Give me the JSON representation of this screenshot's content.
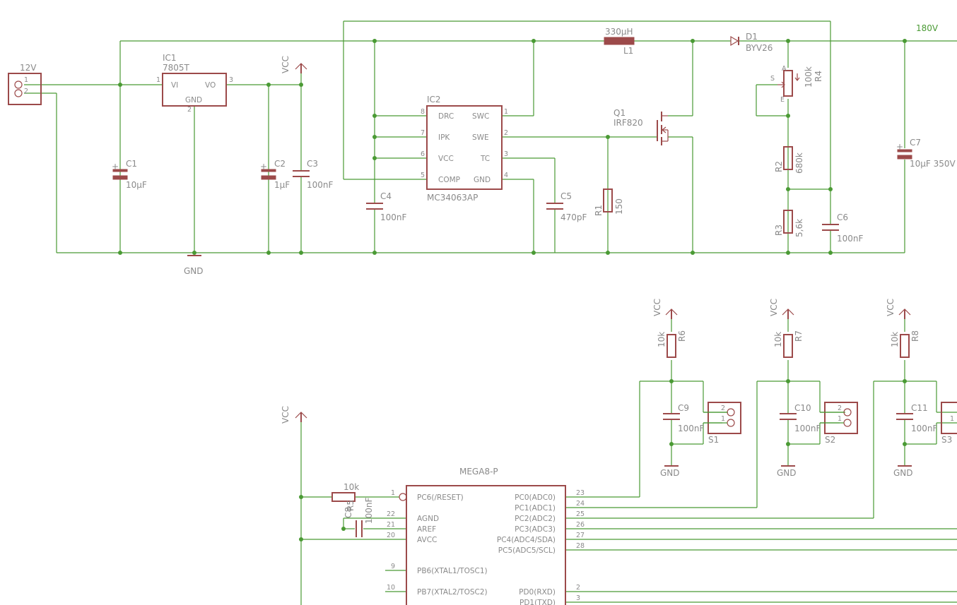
{
  "title": "",
  "top": {
    "j1": {
      "value": "12V",
      "pin1": "1",
      "pin2": "2"
    },
    "ic1": {
      "name": "IC1",
      "value": "7805T",
      "vi": "VI",
      "vo": "VO",
      "gnd": "GND",
      "p1": "1",
      "p2": "2",
      "p3": "3"
    },
    "vcc_top": "VCC",
    "gnd_top": "GND",
    "c1": {
      "name": "C1",
      "value": "10µF"
    },
    "c2": {
      "name": "C2",
      "value": "1µF"
    },
    "c3": {
      "name": "C3",
      "value": "100nF"
    },
    "ic2": {
      "name": "IC2",
      "value": "MC34063AP",
      "drc": "DRC",
      "ipk": "IPK",
      "vcc": "VCC",
      "comp": "COMP",
      "swc": "SWC",
      "swe": "SWE",
      "tc": "TC",
      "gnd": "GND",
      "p8": "8",
      "p7": "7",
      "p6": "6",
      "p5": "5",
      "p1": "1",
      "p2": "2",
      "p3": "3",
      "p4": "4"
    },
    "c4": {
      "name": "C4",
      "value": "100nF"
    },
    "c5": {
      "name": "C5",
      "value": "470pF"
    },
    "r1": {
      "name": "R1",
      "value": "150"
    },
    "l1": {
      "name": "L1",
      "value": "330µH"
    },
    "q1": {
      "name": "Q1",
      "value": "IRF820"
    },
    "d1": {
      "name": "D1",
      "value": "BYV26"
    },
    "r4": {
      "name": "R4",
      "value": "100k",
      "a": "A",
      "e": "E",
      "s": "S"
    },
    "r2": {
      "name": "R2",
      "value": "680k"
    },
    "r3": {
      "name": "R3",
      "value": "5,6k"
    },
    "c6": {
      "name": "C6",
      "value": "100nF"
    },
    "c7": {
      "name": "C7",
      "value": "10µF 350V"
    },
    "net_180v": "180V"
  },
  "bottom": {
    "vcc": "VCC",
    "gnd": "GND",
    "r6": {
      "name": "R6",
      "value": "10k"
    },
    "r7": {
      "name": "R7",
      "value": "10k"
    },
    "r8": {
      "name": "R8",
      "value": "10k"
    },
    "c9": {
      "name": "C9",
      "value": "100nF"
    },
    "c10": {
      "name": "C10",
      "value": "100nF"
    },
    "c11": {
      "name": "C11",
      "value": "100nF"
    },
    "s1": {
      "name": "S1",
      "pin1": "1",
      "pin2": "2"
    },
    "s2": {
      "name": "S2",
      "pin1": "1",
      "pin2": "2"
    },
    "s3": {
      "name": "S3",
      "pin1": "1"
    },
    "r5": {
      "name": "R5",
      "value": "10k"
    },
    "c8": {
      "name": "C8",
      "value": "100nF"
    },
    "mega": {
      "value": "MEGA8-P",
      "left_pins": [
        {
          "num": "1",
          "label": "PC6(/RESET)"
        },
        {
          "num": "22",
          "label": "AGND"
        },
        {
          "num": "21",
          "label": "AREF"
        },
        {
          "num": "20",
          "label": "AVCC"
        },
        {
          "num": "9",
          "label": "PB6(XTAL1/TOSC1)"
        },
        {
          "num": "10",
          "label": "PB7(XTAL2/TOSC2)"
        }
      ],
      "right_pins": [
        {
          "num": "23",
          "label": "PC0(ADC0)"
        },
        {
          "num": "24",
          "label": "PC1(ADC1)"
        },
        {
          "num": "25",
          "label": "PC2(ADC2)"
        },
        {
          "num": "26",
          "label": "PC3(ADC3)"
        },
        {
          "num": "27",
          "label": "PC4(ADC4/SDA)"
        },
        {
          "num": "28",
          "label": "PC5(ADC5/SCL)"
        },
        {
          "num": "2",
          "label": "PD0(RXD)"
        },
        {
          "num": "3",
          "label": "PD1(TXD)"
        }
      ]
    }
  }
}
